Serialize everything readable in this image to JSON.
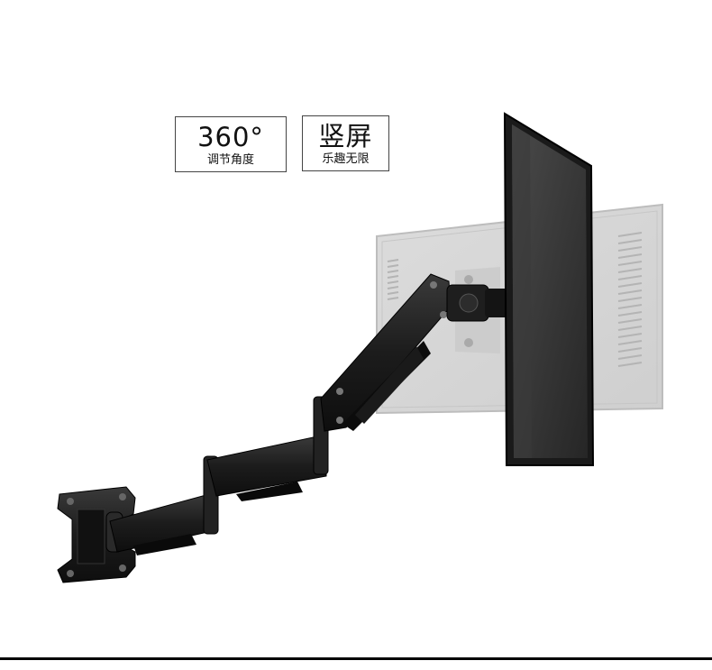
{
  "badges": [
    {
      "title": "360°",
      "subtitle": "调节角度"
    },
    {
      "title": "竖屏",
      "subtitle": "乐趣无限"
    }
  ],
  "colors": {
    "background": "#ffffff",
    "arm": "#1a1a1a",
    "ghost_monitor": "#d6d6d6",
    "monitor_frame": "#2a2a2a"
  }
}
